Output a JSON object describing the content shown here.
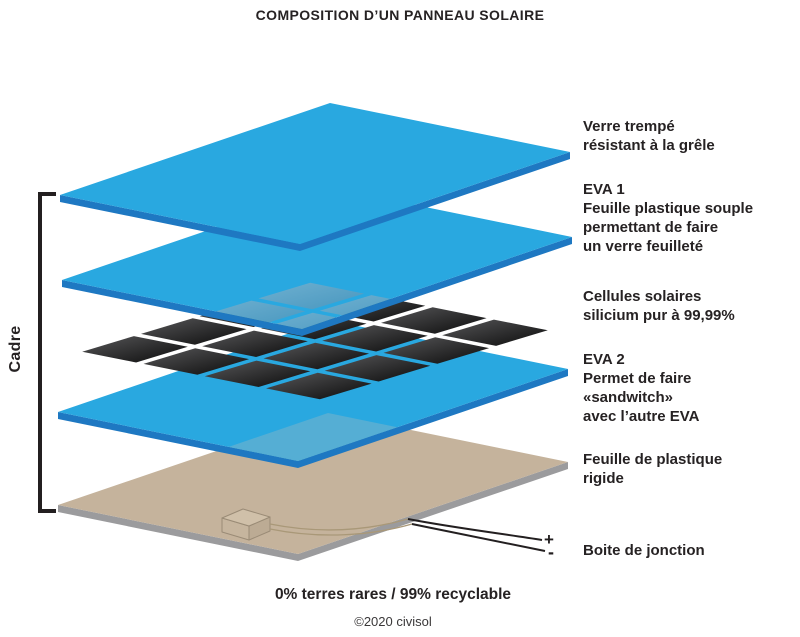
{
  "title": "COMPOSITION D’UN PANNEAU SOLAIRE",
  "colors": {
    "layer_blue": "#29A8E0",
    "layer_blue_edge": "#1E78C2",
    "cell_gradient_light": "#58585A",
    "cell_gradient_dark": "#0A0A0A",
    "ghost_cell_blue": "#55A3C9",
    "backsheet_tan": "#C5B39C",
    "backsheet_edge": "#9B9B9D",
    "text_dark": "#262223"
  },
  "left_bracket": {
    "label": "Cadre"
  },
  "layer_labels": {
    "verre": {
      "lines": [
        "Verre trempé",
        "résistant à la grêle"
      ]
    },
    "eva1": {
      "lines": [
        "EVA 1",
        "Feuille plastique souple",
        "permettant de faire",
        "un verre feuilleté"
      ]
    },
    "cellules": {
      "lines": [
        "Cellules solaires",
        "silicium pur à 99,99%"
      ]
    },
    "eva2": {
      "lines": [
        "EVA 2",
        "Permet de faire",
        "«sandwitch»",
        "avec l’autre EVA"
      ]
    },
    "feuille": {
      "lines": [
        "Feuille de plastique",
        "rigide"
      ]
    },
    "jonction": {
      "lines": [
        "Boite de jonction"
      ]
    }
  },
  "wires": {
    "plus": "+",
    "minus": "-"
  },
  "footer": {
    "tagline": "0% terres rares / 99% recyclable",
    "credit": "©2020 civisol"
  }
}
